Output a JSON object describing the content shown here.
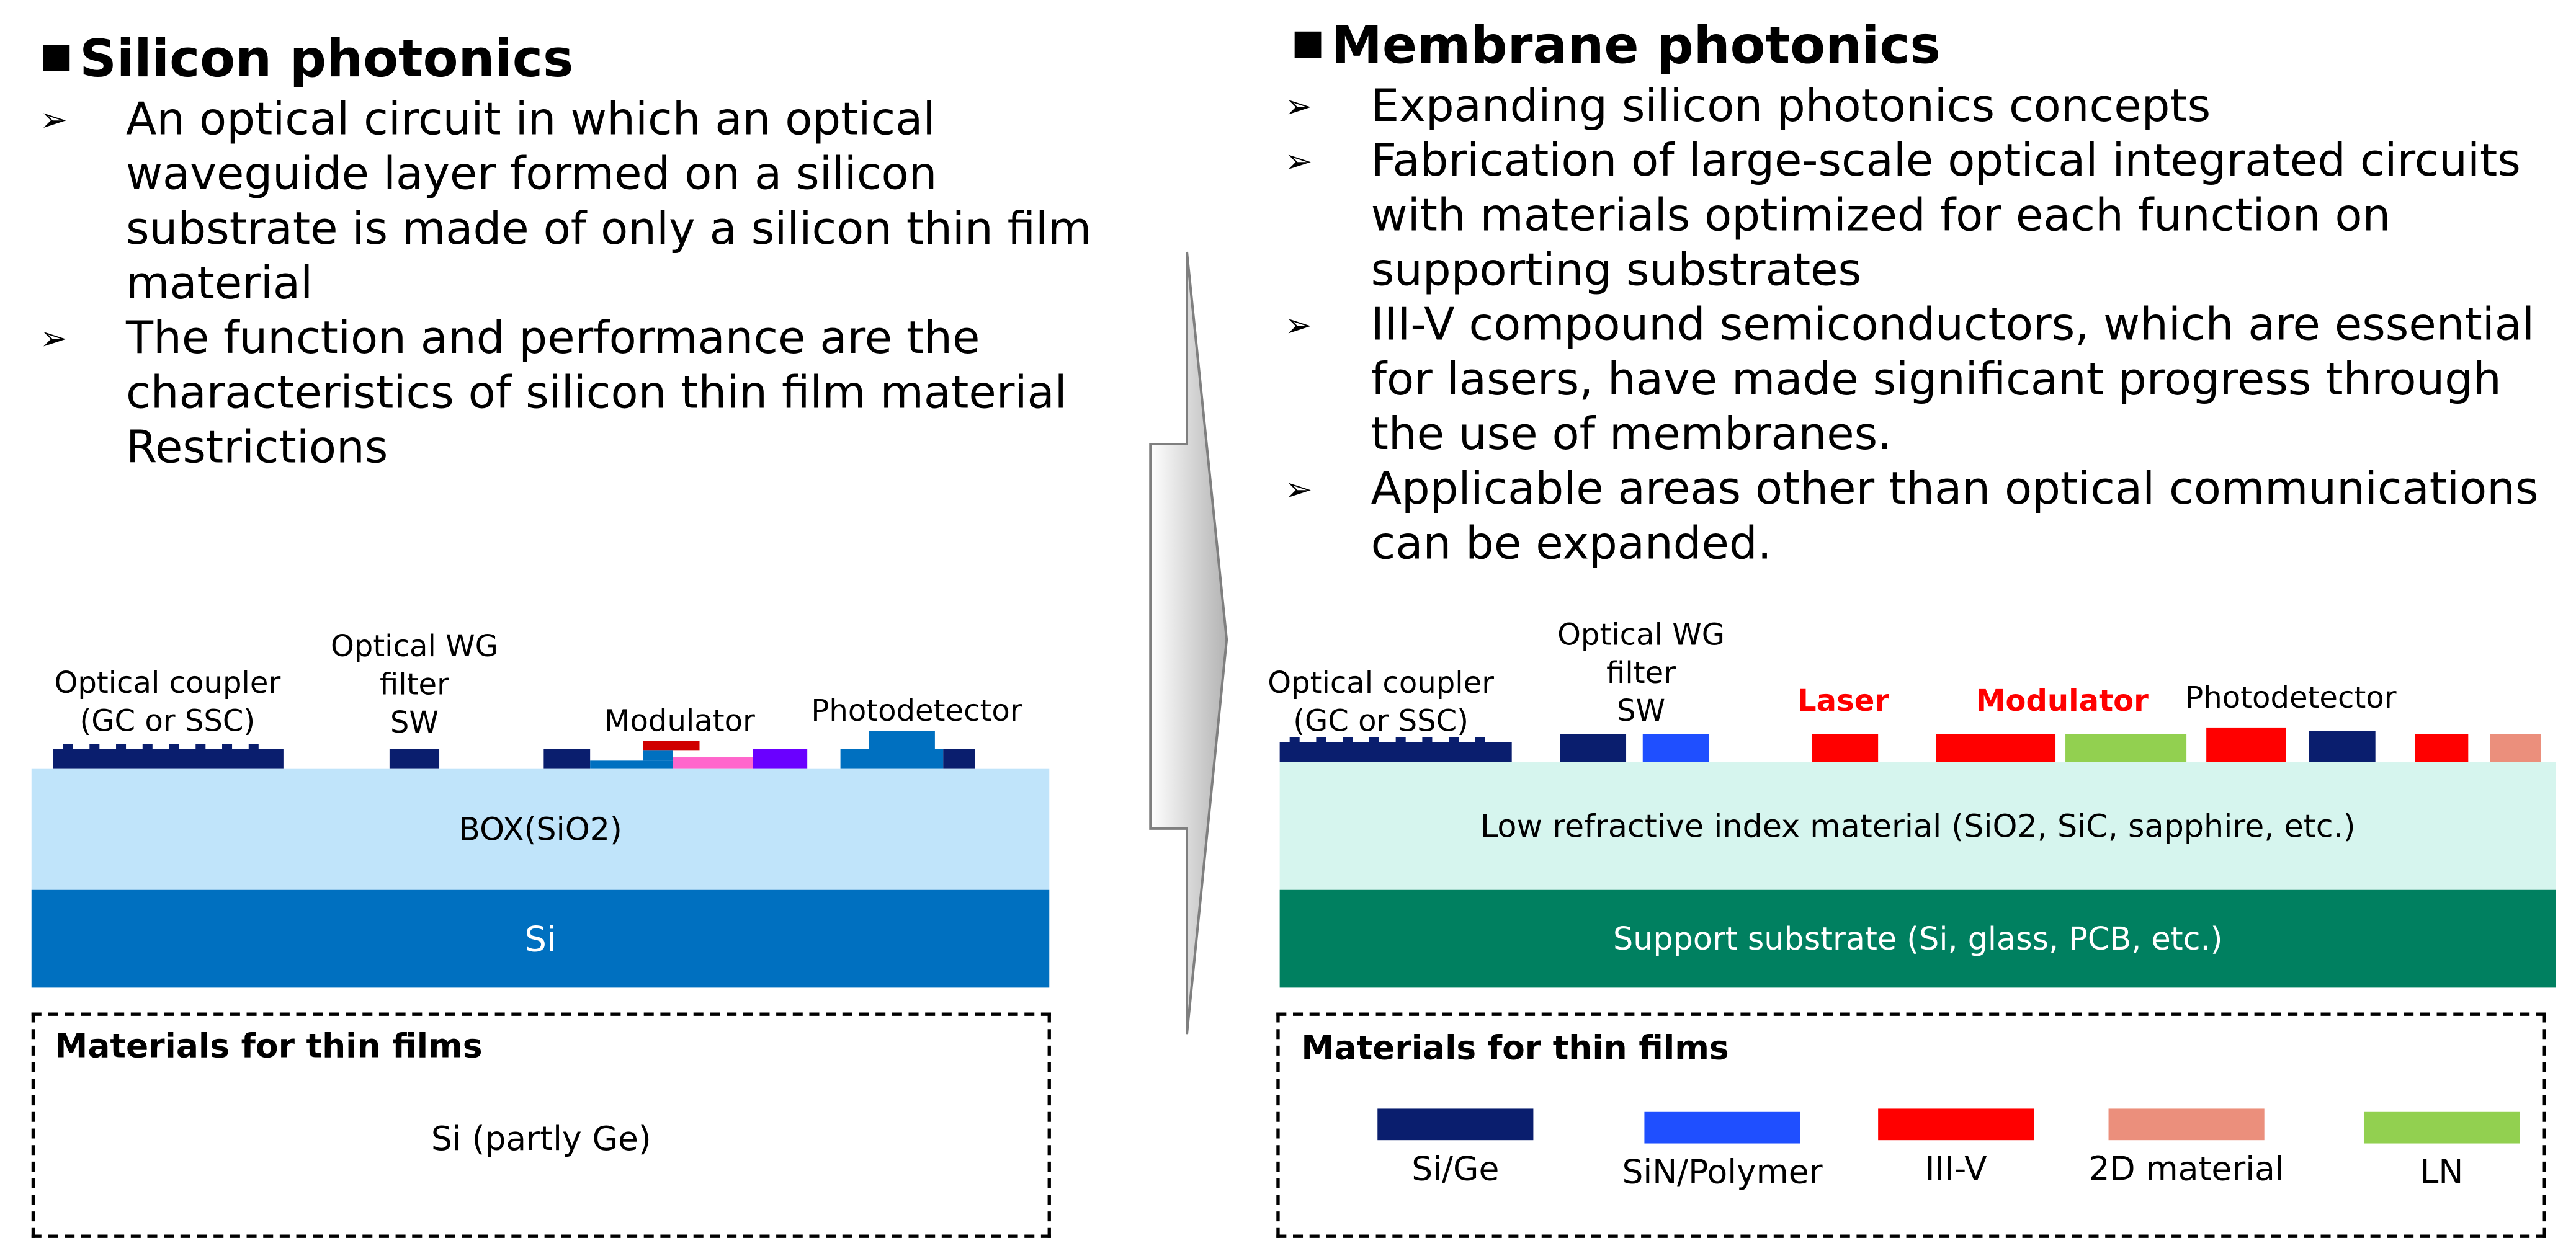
{
  "left": {
    "heading": "Silicon photonics",
    "bullets": [
      "An optical circuit in which an optical waveguide layer formed on a silicon substrate is made of only a silicon thin film material",
      "The function and performance are the characteristics of silicon thin film material Restrictions"
    ],
    "labels": {
      "coupler": "Optical coupler\n(GC or SSC)",
      "filter": "Optical WG\nfilter\nSW",
      "modulator": "Modulator",
      "photodetector": "Photodetector"
    },
    "layers": {
      "box": "BOX(SiO2)",
      "substrate": "Si"
    },
    "materials": {
      "title": "Materials for thin films",
      "content": "Si (partly Ge)"
    }
  },
  "right": {
    "heading": "Membrane photonics",
    "bullets": [
      "Expanding silicon photonics concepts",
      "Fabrication of large-scale optical integrated circuits with materials optimized for each function on supporting substrates",
      "III-V compound semiconductors, which are essential for lasers, have made significant progress through the use of membranes.",
      "Applicable areas other than optical communications can be expanded."
    ],
    "labels": {
      "coupler": "Optical coupler\n(GC or SSC)",
      "filter": "Optical WG\nfilter\nSW",
      "laser": "Laser",
      "modulator": "Modulator",
      "photodetector": "Photodetector"
    },
    "layers": {
      "low_index": "Low refractive index material (SiO2, SiC, sapphire, etc.)",
      "substrate": "Support substrate (Si, glass, PCB, etc.)"
    },
    "materials": {
      "title": "Materials for thin films",
      "items": [
        "Si/Ge",
        "SiN/Polymer",
        "III-V",
        "2D material",
        "LN"
      ]
    }
  },
  "colors": {
    "si_ge": "#0a1e6e",
    "sin_polymer": "#1f4fff",
    "iii_v": "#ff0000",
    "two_d": "#eb8f7c",
    "ln": "#92d050",
    "box_sio2": "#c0e4fa",
    "si_substrate": "#0070c0",
    "low_index": "#d6f5ee",
    "support_substrate": "#008060",
    "mod_pink": "#ff66cc",
    "mod_violet": "#6a00ff",
    "mod_red": "#d00000"
  }
}
